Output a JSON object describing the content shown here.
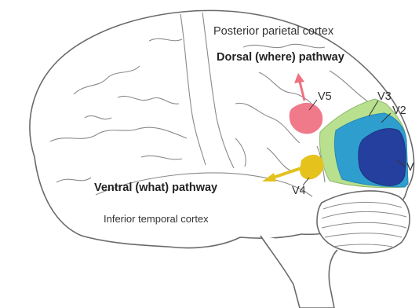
{
  "labels": {
    "posterior_parietal": "Posterior parietal cortex",
    "dorsal_pathway": "Dorsal (where) pathway",
    "ventral_pathway": "Ventral (what) pathway",
    "inferior_temporal": "Inferior temporal cortex",
    "v1": "V",
    "v2": "V2",
    "v3": "V3",
    "v4": "V4",
    "v5": "V5"
  },
  "colors": {
    "v1": "#243f9e",
    "v2": "#2e9ecf",
    "v3": "#b8e08e",
    "v4": "#e6c21c",
    "v5": "#f07a8a",
    "dorsal_arrow": "#f0707f",
    "ventral_arrow": "#e3c21e",
    "outline": "#6a6a6a"
  }
}
